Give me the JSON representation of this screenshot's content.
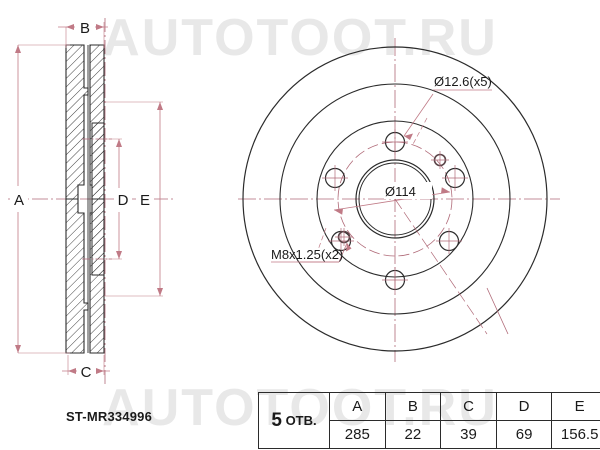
{
  "watermark": {
    "text": "AUTOTOOT.RU"
  },
  "part": {
    "number": "ST-MR334996"
  },
  "spec_table": {
    "holes_count": "5",
    "holes_label": "ОТВ.",
    "headers": [
      "A",
      "B",
      "C",
      "D",
      "E"
    ],
    "values": [
      "285",
      "22",
      "39",
      "69",
      "156.5"
    ]
  },
  "section_view": {
    "dim_a": "A",
    "dim_b": "B",
    "dim_c": "C",
    "dim_d": "D",
    "dim_e": "E"
  },
  "face_view": {
    "hole_diameter_note": "Ø12.6(x5)",
    "bolt_circle_note": "Ø114",
    "thread_note": "M8x1.25(x2)"
  },
  "colors": {
    "outline": "#2b2b2b",
    "centerline": "#b06a78",
    "dimension": "#c07a86",
    "watermark": "#e8e8e8",
    "background": "#ffffff"
  }
}
